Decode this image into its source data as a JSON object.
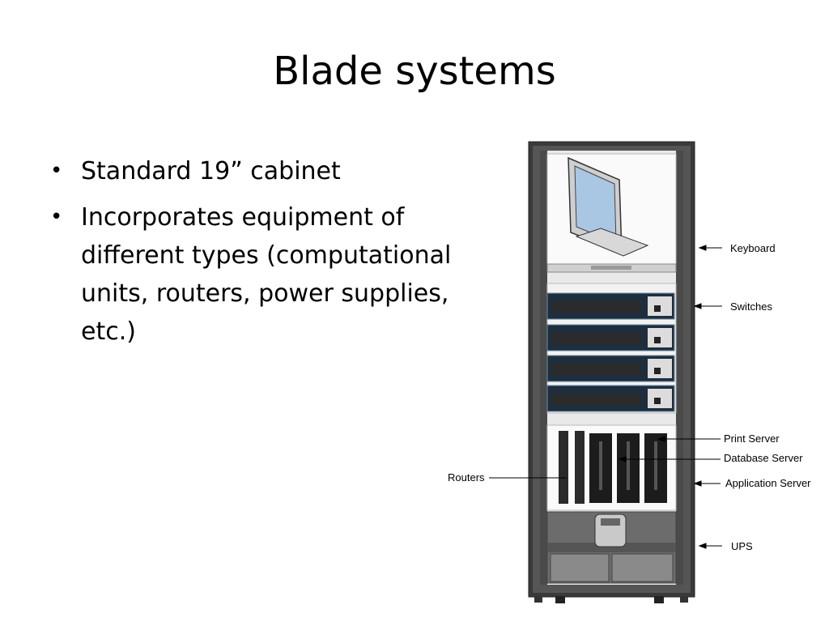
{
  "slide": {
    "title": "Blade systems",
    "bullets": [
      "Standard 19” cabinet",
      "Incorporates equipment of different types (computational units, routers, power supplies, etc.)"
    ]
  },
  "diagram": {
    "labels": {
      "keyboard": "Keyboard",
      "switches": "Switches",
      "print_server": "Print Server",
      "database_server": "Database Server",
      "application_server": "Application Server",
      "routers": "Routers",
      "ups": "UPS"
    }
  }
}
